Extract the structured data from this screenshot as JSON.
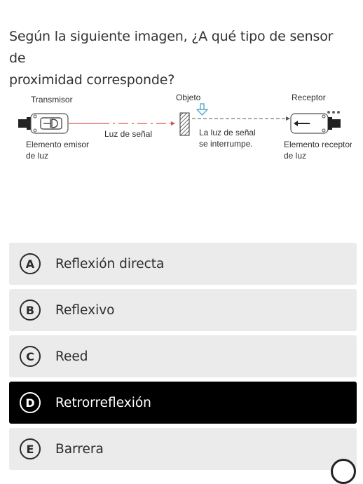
{
  "question": {
    "line1": "Según la siguiente imagen, ¿A qué tipo de sensor de",
    "line2": "proximidad corresponde?"
  },
  "diagram": {
    "transmisor": "Transmisor",
    "objeto": "Objeto",
    "receptor": "Receptor",
    "luz_senal": "Luz de señal",
    "interrumpe_1": "La luz de señal",
    "interrumpe_2": "se interrumpe.",
    "emisor_1": "Elemento emisor",
    "emisor_2": "de luz",
    "receptor_1": "Elemento receptor",
    "receptor_2": "de luz"
  },
  "options": [
    {
      "letter": "A",
      "text": "Reflexión directa",
      "selected": false
    },
    {
      "letter": "B",
      "text": "Reflexivo",
      "selected": false
    },
    {
      "letter": "C",
      "text": "Reed",
      "selected": false
    },
    {
      "letter": "D",
      "text": "Retrorreflexión",
      "selected": true
    },
    {
      "letter": "E",
      "text": "Barrera",
      "selected": false
    }
  ],
  "colors": {
    "option_bg": "#ebebeb",
    "selected_bg": "#000000",
    "beam": "#d9534f",
    "arrow": "#5aa9c9"
  }
}
